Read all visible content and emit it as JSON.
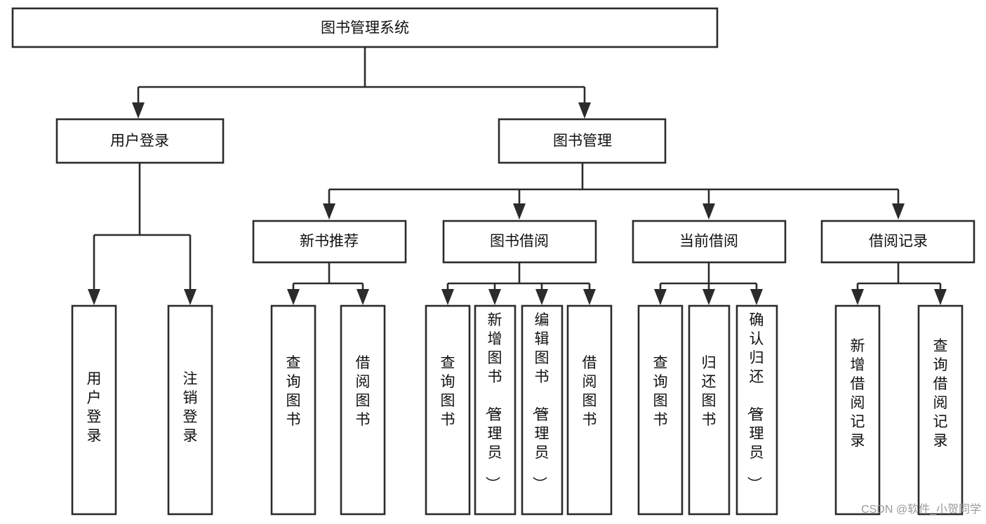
{
  "diagram": {
    "title": "图书管理系统",
    "type": "tree-hierarchy-chart",
    "orientation": "top-down",
    "colors": {
      "box_fill": "#ffffff",
      "box_stroke": "#2b2b2b",
      "text": "#111111",
      "watermark": "#9a9a9a",
      "background": "#ffffff"
    },
    "root": {
      "label": "图书管理系统"
    },
    "level2": [
      {
        "label": "用户登录"
      },
      {
        "label": "图书管理"
      }
    ],
    "level3": [
      {
        "label": "新书推荐"
      },
      {
        "label": "图书借阅"
      },
      {
        "label": "当前借阅"
      },
      {
        "label": "借阅记录"
      }
    ],
    "leaves": {
      "user_login": [
        {
          "label": "用户登录"
        },
        {
          "label": "注销登录"
        }
      ],
      "new_book_recommend": [
        {
          "label": "查询图书"
        },
        {
          "label": "借阅图书"
        }
      ],
      "book_borrow": [
        {
          "label": "查询图书"
        },
        {
          "label": "新增图书（管理员）"
        },
        {
          "label": "编辑图书（管理员）"
        },
        {
          "label": "借阅图书"
        }
      ],
      "current_borrow": [
        {
          "label": "查询图书"
        },
        {
          "label": "归还图书"
        },
        {
          "label": "确认归还（管理员）"
        }
      ],
      "borrow_record": [
        {
          "label": "新增借阅记录"
        },
        {
          "label": "查询借阅记录"
        }
      ]
    }
  },
  "watermark": {
    "text": "CSDN @软件_小贺同学"
  }
}
